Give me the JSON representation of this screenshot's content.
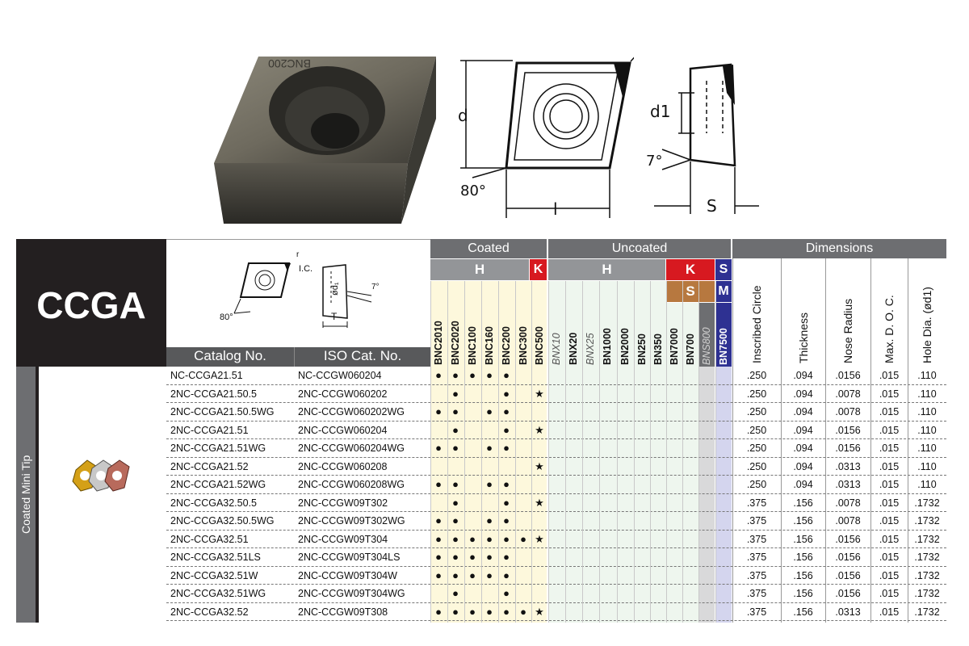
{
  "photo": {
    "engraving": "BNC200"
  },
  "drawing": {
    "radius_label": "r",
    "d_label": "d",
    "d1_label": "d1",
    "l_label": "l",
    "s_label": "S",
    "clearance_angle": "7°",
    "corner_angle": "80°"
  },
  "header": {
    "product": "CCGA",
    "catalog_col": "Catalog No.",
    "iso_col": "ISO Cat. No.",
    "mini_drawing": {
      "r": "r",
      "ic": "I.C.",
      "d1": "ød₁",
      "angle": "80°",
      "t": "T",
      "clearance": "7°"
    },
    "coated": "Coated",
    "uncoated": "Uncoated",
    "dimensions": "Dimensions",
    "coated_h": "H",
    "coated_k": "K",
    "uncoated_h": "H",
    "uncoated_k": "K",
    "uncoated_s": "S",
    "s_label": "S",
    "m_label": "M",
    "dim_cols": [
      "Inscribed Circle",
      "Thickness",
      "Nose Radius",
      "Max. D. O. C.",
      "Hole Dia. (ød1)"
    ],
    "section_label": "Coated Mini Tip"
  },
  "grades": [
    {
      "name": "BNC2010",
      "italic": false,
      "group": "coated"
    },
    {
      "name": "BNC2020",
      "italic": false,
      "group": "coated"
    },
    {
      "name": "BNC100",
      "italic": false,
      "group": "coated"
    },
    {
      "name": "BNC160",
      "italic": false,
      "group": "coated"
    },
    {
      "name": "BNC200",
      "italic": false,
      "group": "coated"
    },
    {
      "name": "BNC300",
      "italic": false,
      "group": "coated"
    },
    {
      "name": "BNC500",
      "italic": false,
      "group": "coated"
    },
    {
      "name": "BNX10",
      "italic": true,
      "group": "uncoated"
    },
    {
      "name": "BNX20",
      "italic": false,
      "group": "uncoated"
    },
    {
      "name": "BNX25",
      "italic": true,
      "group": "uncoated"
    },
    {
      "name": "BN1000",
      "italic": false,
      "group": "uncoated"
    },
    {
      "name": "BN2000",
      "italic": false,
      "group": "uncoated"
    },
    {
      "name": "BN250",
      "italic": false,
      "group": "uncoated"
    },
    {
      "name": "BN350",
      "italic": false,
      "group": "uncoated"
    },
    {
      "name": "BN7000",
      "italic": false,
      "group": "uncoated"
    },
    {
      "name": "BN700",
      "italic": false,
      "group": "uncoated"
    },
    {
      "name": "BNS800",
      "italic": true,
      "group": "uncoated"
    },
    {
      "name": "BN7500",
      "italic": false,
      "group": "uncoated"
    }
  ],
  "colors": {
    "k_red": "#d71920",
    "s_orange": "#b7783f",
    "m_blue": "#2e3192",
    "coated_bg": "#fdf8dc",
    "uncoated_bg": "#eef6ee"
  },
  "rows": [
    {
      "catalog": "NC-CCGA21.51",
      "iso": "NC-CCGW060204",
      "marks": [
        "●",
        "●",
        "●",
        "●",
        "●",
        "",
        ""
      ],
      "ic": ".250",
      "thk": ".094",
      "nose": ".0156",
      "doc": ".015",
      "hole": ".110"
    },
    {
      "catalog": "2NC-CCGA21.50.5",
      "iso": "2NC-CCGW060202",
      "marks": [
        "",
        "●",
        "",
        "",
        "●",
        "",
        "★"
      ],
      "ic": ".250",
      "thk": ".094",
      "nose": ".0078",
      "doc": ".015",
      "hole": ".110"
    },
    {
      "catalog": "2NC-CCGA21.50.5WG",
      "iso": "2NC-CCGW060202WG",
      "marks": [
        "●",
        "●",
        "",
        "●",
        "●",
        "",
        ""
      ],
      "ic": ".250",
      "thk": ".094",
      "nose": ".0078",
      "doc": ".015",
      "hole": ".110"
    },
    {
      "catalog": "2NC-CCGA21.51",
      "iso": "2NC-CCGW060204",
      "marks": [
        "",
        "●",
        "",
        "",
        "●",
        "",
        "★"
      ],
      "ic": ".250",
      "thk": ".094",
      "nose": ".0156",
      "doc": ".015",
      "hole": ".110"
    },
    {
      "catalog": "2NC-CCGA21.51WG",
      "iso": "2NC-CCGW060204WG",
      "marks": [
        "●",
        "●",
        "",
        "●",
        "●",
        "",
        ""
      ],
      "ic": ".250",
      "thk": ".094",
      "nose": ".0156",
      "doc": ".015",
      "hole": ".110"
    },
    {
      "catalog": "2NC-CCGA21.52",
      "iso": "2NC-CCGW060208",
      "marks": [
        "",
        "",
        "",
        "",
        "",
        "",
        "★"
      ],
      "ic": ".250",
      "thk": ".094",
      "nose": ".0313",
      "doc": ".015",
      "hole": ".110"
    },
    {
      "catalog": "2NC-CCGA21.52WG",
      "iso": "2NC-CCGW060208WG",
      "marks": [
        "●",
        "●",
        "",
        "●",
        "●",
        "",
        ""
      ],
      "ic": ".250",
      "thk": ".094",
      "nose": ".0313",
      "doc": ".015",
      "hole": ".110"
    },
    {
      "catalog": "2NC-CCGA32.50.5",
      "iso": "2NC-CCGW09T302",
      "marks": [
        "",
        "●",
        "",
        "",
        "●",
        "",
        "★"
      ],
      "ic": ".375",
      "thk": ".156",
      "nose": ".0078",
      "doc": ".015",
      "hole": ".1732"
    },
    {
      "catalog": "2NC-CCGA32.50.5WG",
      "iso": "2NC-CCGW09T302WG",
      "marks": [
        "●",
        "●",
        "",
        "●",
        "●",
        "",
        ""
      ],
      "ic": ".375",
      "thk": ".156",
      "nose": ".0078",
      "doc": ".015",
      "hole": ".1732"
    },
    {
      "catalog": "2NC-CCGA32.51",
      "iso": "2NC-CCGW09T304",
      "marks": [
        "●",
        "●",
        "●",
        "●",
        "●",
        "●",
        "★"
      ],
      "ic": ".375",
      "thk": ".156",
      "nose": ".0156",
      "doc": ".015",
      "hole": ".1732"
    },
    {
      "catalog": "2NC-CCGA32.51LS",
      "iso": "2NC-CCGW09T304LS",
      "marks": [
        "●",
        "●",
        "●",
        "●",
        "●",
        "",
        ""
      ],
      "ic": ".375",
      "thk": ".156",
      "nose": ".0156",
      "doc": ".015",
      "hole": ".1732"
    },
    {
      "catalog": "2NC-CCGA32.51W",
      "iso": "2NC-CCGW09T304W",
      "marks": [
        "●",
        "●",
        "●",
        "●",
        "●",
        "",
        ""
      ],
      "ic": ".375",
      "thk": ".156",
      "nose": ".0156",
      "doc": ".015",
      "hole": ".1732"
    },
    {
      "catalog": "2NC-CCGA32.51WG",
      "iso": "2NC-CCGW09T304WG",
      "marks": [
        "",
        "●",
        "",
        "",
        "●",
        "",
        ""
      ],
      "ic": ".375",
      "thk": ".156",
      "nose": ".0156",
      "doc": ".015",
      "hole": ".1732"
    },
    {
      "catalog": "2NC-CCGA32.52",
      "iso": "2NC-CCGW09T308",
      "marks": [
        "●",
        "●",
        "●",
        "●",
        "●",
        "●",
        "★"
      ],
      "ic": ".375",
      "thk": ".156",
      "nose": ".0313",
      "doc": ".015",
      "hole": ".1732"
    }
  ]
}
